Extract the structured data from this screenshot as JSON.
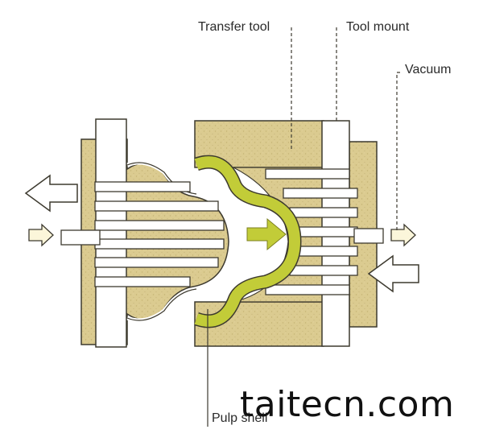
{
  "labels": {
    "transfer_tool": "Transfer tool",
    "tool_mount": "Tool mount",
    "vacuum": "Vacuum",
    "pulp_shell": "Pulp shell"
  },
  "watermark": "taitecn.com",
  "colors": {
    "fiber_tan": "#d9c98e",
    "pulp_green": "#c2cc38",
    "outline": "#3d3a2f",
    "background": "#ffffff"
  }
}
